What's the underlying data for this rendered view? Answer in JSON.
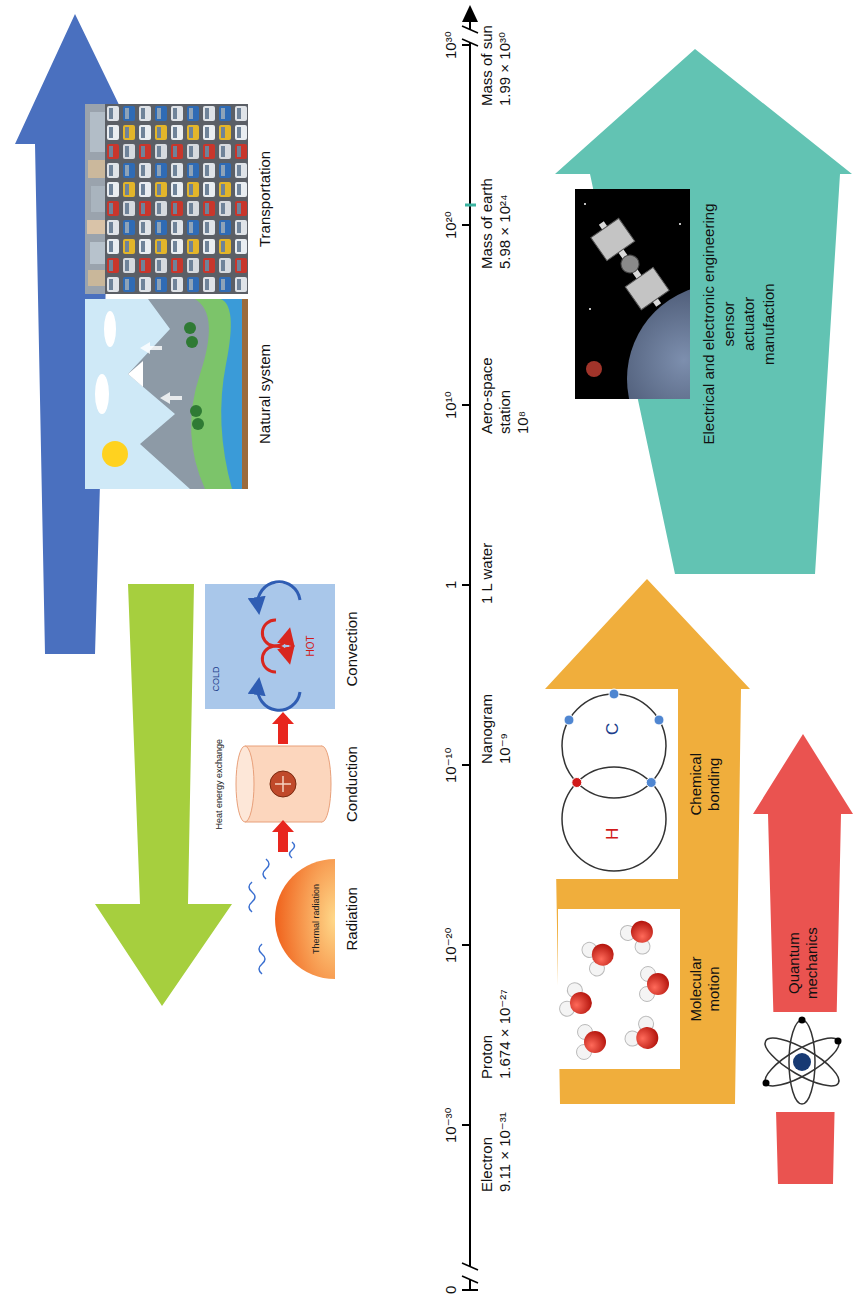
{
  "diagram": {
    "nodes": [
      {
        "text": [
          "Electrical and electronic engineering",
          "sensor",
          "actuator",
          "manufaction"
        ]
      },
      {
        "text": [
          "Molecular motion",
          "Chemical bonding"
        ]
      },
      {
        "text": [
          "Quantum mechanics"
        ]
      }
    ],
    "labels": [
      "10³⁰",
      "10²⁰",
      "10¹⁰",
      "1",
      "10⁻¹⁰",
      "10⁻²⁰",
      "10⁻³⁰",
      "0",
      "Mass of sun",
      "1.99 × 10³⁰",
      "Mass of earth",
      "5.98 × 10²⁴",
      "Aero-space station",
      "10⁸",
      "1 L water",
      "Nanogram",
      "10⁻⁹",
      "Proton",
      "1.674 × 10⁻²⁷",
      "Electron",
      "9.11 × 10⁻³¹",
      "Natural system",
      "Transportation",
      "Thermal radiation",
      "Heat energy exchange",
      "COLD",
      "HOT",
      "Radiation",
      "Conduction",
      "Convection",
      "H",
      "C"
    ]
  }
}
